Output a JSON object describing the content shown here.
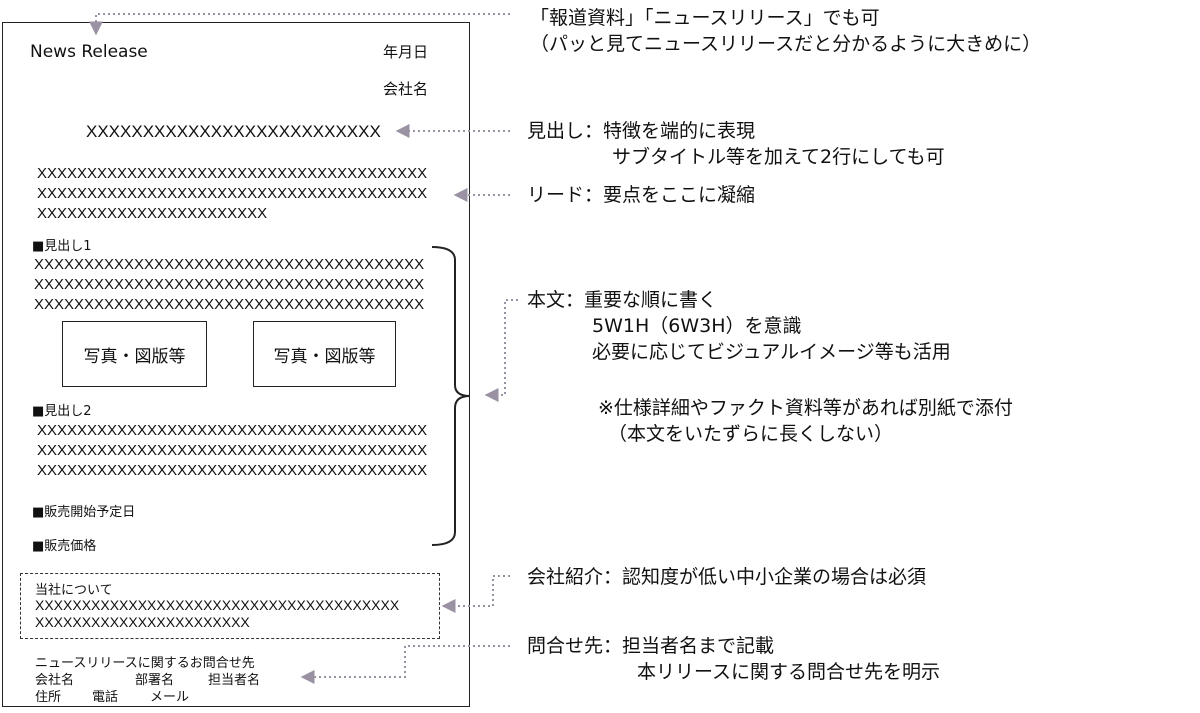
{
  "doc": {
    "title": "News Release",
    "date": "年月日",
    "company": "会社名",
    "headline": "XXXXXXXXXXXXXXXXXXXXXXXXXX",
    "lead": [
      "XXXXXXXXXXXXXXXXXXXXXXXXXXXXXXXXXXXXXXX",
      "XXXXXXXXXXXXXXXXXXXXXXXXXXXXXXXXXXXXXXX",
      "XXXXXXXXXXXXXXXXXXXXXXX"
    ],
    "section1": {
      "heading": "■見出し1",
      "lines": [
        "XXXXXXXXXXXXXXXXXXXXXXXXXXXXXXXXXXXXXXX",
        "XXXXXXXXXXXXXXXXXXXXXXXXXXXXXXXXXXXXXXX",
        "XXXXXXXXXXXXXXXXXXXXXXXXXXXXXXXXXXXXXXX"
      ]
    },
    "photos": [
      "写真・図版等",
      "写真・図版等"
    ],
    "section2": {
      "heading": "■見出し2",
      "lines": [
        "XXXXXXXXXXXXXXXXXXXXXXXXXXXXXXXXXXXXXXX",
        "XXXXXXXXXXXXXXXXXXXXXXXXXXXXXXXXXXXXXXX",
        "XXXXXXXXXXXXXXXXXXXXXXXXXXXXXXXXXXXXXXX"
      ]
    },
    "sale_date": "■販売開始予定日",
    "price": "■販売価格",
    "about": {
      "heading": "当社について",
      "lines": [
        "XXXXXXXXXXXXXXXXXXXXXXXXXXXXXXXXXXXXXXX",
        "XXXXXXXXXXXXXXXXXXXXXXX"
      ]
    },
    "contact": {
      "line1": "ニュースリリースに関するお問合せ先",
      "company": "会社名",
      "dept": "部署名",
      "person": "担当者名",
      "address": "住所",
      "phone": "電話",
      "mail": "メール"
    }
  },
  "notes": {
    "title_note": [
      "「報道資料」「ニュースリリース」でも可",
      "（パッと見てニュースリリースだと分かるように大きめに）"
    ],
    "headline_note": [
      "見出し：特徴を端的に表現",
      "サブタイトル等を加えて2行にしても可"
    ],
    "lead_note": "リード：要点をここに凝縮",
    "body_note": [
      "本文：重要な順に書く",
      "5W1H（6W3H）を意識",
      "必要に応じてビジュアルイメージ等も活用"
    ],
    "appendix_note": [
      "※仕様詳細やファクト資料等があれば別紙で添付",
      "（本文をいたずらに長くしない）"
    ],
    "company_note": "会社紹介：認知度が低い中小企業の場合は必須",
    "contact_note": [
      "問合せ先：担当者名まで記載",
      "本リリースに関する問合せ先を明示"
    ]
  },
  "colors": {
    "arrow": "#9a92a3",
    "text": "#111111",
    "border": "#222222"
  }
}
